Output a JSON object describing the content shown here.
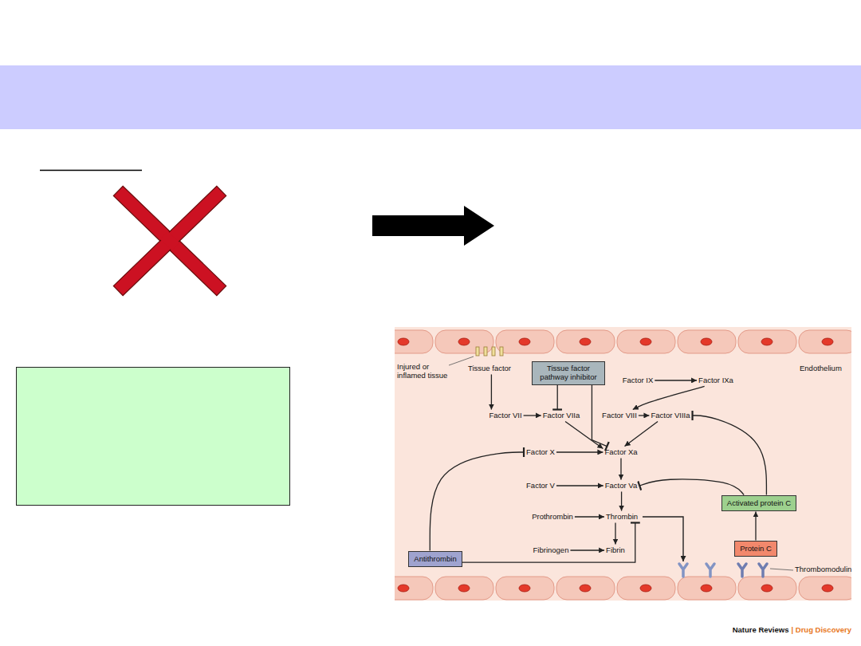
{
  "diagram": {
    "nodes": [
      {
        "text": [
          "Tissue factor pathway inhibitor"
        ]
      },
      {
        "text": [
          "Tissue factor"
        ]
      },
      {
        "text": [
          "Factor IX"
        ]
      },
      {
        "text": [
          "Factor IXa"
        ]
      },
      {
        "text": [
          "Factor VII"
        ]
      },
      {
        "text": [
          "Factor VIIa"
        ]
      },
      {
        "text": [
          "Factor VIII"
        ]
      },
      {
        "text": [
          "Factor VIIIa"
        ]
      },
      {
        "text": [
          "Factor X"
        ]
      },
      {
        "text": [
          "Factor Xa"
        ]
      },
      {
        "text": [
          "Factor V"
        ]
      },
      {
        "text": [
          "Factor Va"
        ]
      },
      {
        "text": [
          "Activated protein C"
        ]
      },
      {
        "text": [
          "Prothrombin"
        ]
      },
      {
        "text": [
          "Thrombin"
        ]
      },
      {
        "text": [
          "Protein C"
        ]
      },
      {
        "text": [
          "Fibrinogen"
        ]
      },
      {
        "text": [
          "Fibrin"
        ]
      },
      {
        "text": [
          "Antithrombin"
        ]
      }
    ],
    "edges": [
      {
        "from": 1,
        "to": 4,
        "arrow": "to"
      },
      {
        "from": 4,
        "to": 5,
        "arrow": "to"
      },
      {
        "from": 2,
        "to": 3,
        "arrow": "to"
      },
      {
        "from": 6,
        "to": 7,
        "arrow": "to"
      },
      {
        "from": 3,
        "to": 6,
        "arrow": "to"
      },
      {
        "from": 0,
        "to": 5,
        "arrow": "to"
      },
      {
        "from": 0,
        "to": 9,
        "arrow": "to"
      },
      {
        "from": 5,
        "to": 9,
        "arrow": "to"
      },
      {
        "from": 7,
        "to": 9,
        "arrow": "to"
      },
      {
        "from": 8,
        "to": 9,
        "arrow": "to"
      },
      {
        "from": 9,
        "to": 11,
        "arrow": "to"
      },
      {
        "from": 10,
        "to": 11,
        "arrow": "to"
      },
      {
        "from": 11,
        "to": 14,
        "arrow": "to"
      },
      {
        "from": 13,
        "to": 14,
        "arrow": "to"
      },
      {
        "from": 14,
        "to": 17,
        "arrow": "to"
      },
      {
        "from": 16,
        "to": 17,
        "arrow": "to"
      },
      {
        "from": 15,
        "to": 12,
        "arrow": "to"
      },
      {
        "from": 12,
        "to": 11,
        "arrow": "to"
      },
      {
        "from": 12,
        "to": 7,
        "arrow": "to"
      },
      {
        "from": 18,
        "to": 8,
        "arrow": "to"
      },
      {
        "from": 18,
        "to": 14,
        "arrow": "to"
      }
    ],
    "labels": [
      "Injured or inflamed tissue",
      "Endothelium",
      "Thrombomodulin",
      "Nature Reviews",
      "| Drug Discovery"
    ]
  }
}
